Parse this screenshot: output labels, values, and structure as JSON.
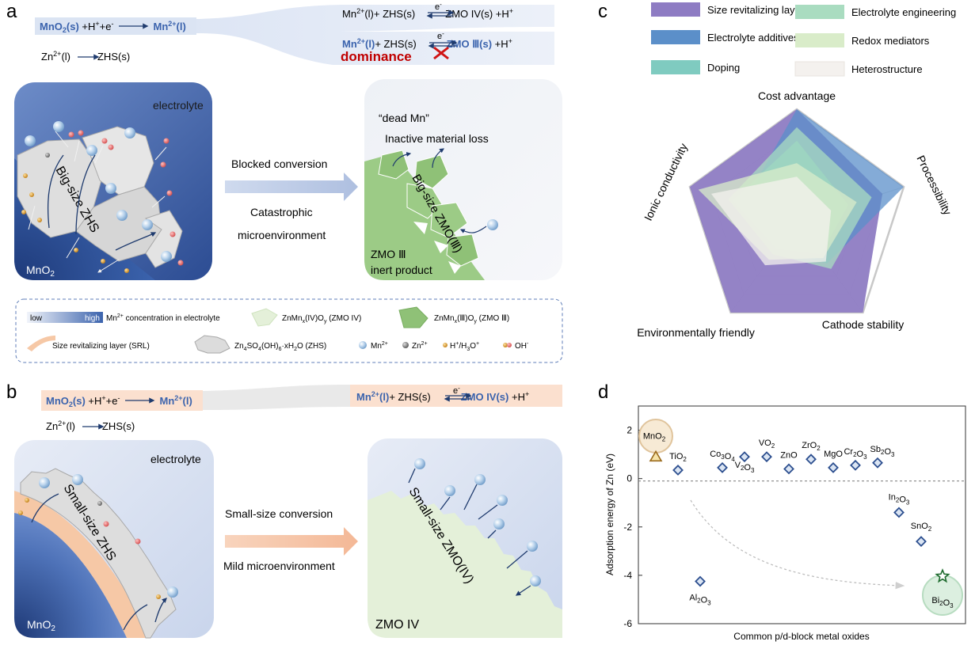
{
  "panel_labels": {
    "a": "a",
    "b": "b",
    "c": "c",
    "d": "d"
  },
  "colors": {
    "mno2_blue": "#3b63ad",
    "electrolyte_light": "#dfe6f3",
    "zmo3_green": "#9ccb86",
    "zmo4_green": "#e4f0d9",
    "srl_orange": "#f6c8a6",
    "dominance_red": "#c00000",
    "arrow_blue": "#c3cfe6",
    "arrow_orange": "#f6cbb0"
  },
  "panel_a": {
    "reaction_left_parts": [
      "MnO",
      "2",
      "(s)",
      " +H",
      "+",
      "+e",
      "-",
      "Mn",
      "2+",
      "(l)"
    ],
    "reaction_zhs": [
      "Zn",
      "2+",
      "(l)",
      "ZHS(s)"
    ],
    "reaction_right_top_parts": [
      "Mn",
      "2+",
      "(l)+ ZHS(s)",
      "ZMO IV(s) +H",
      "+",
      "e",
      "-"
    ],
    "reaction_right_bottom_parts": [
      "Mn",
      "2+",
      "(l)",
      "+ ZHS(s)",
      "ZMO",
      " Ⅲ(s)",
      " +H",
      "+",
      "e",
      "-"
    ],
    "dominance": "dominance",
    "electrolyte": "electrolyte",
    "big_zhs": "Big-size ZHS",
    "mno2": [
      "MnO",
      "2"
    ],
    "blocked": "Blocked conversion",
    "catastrophic_1": "Catastrophic",
    "catastrophic_2": "microenvironment",
    "dead_mn": "“dead Mn”",
    "inactive": "Inactive material loss",
    "big_zmo": "Big-size ZMO(Ⅲ)",
    "zmo3_1": "ZMO Ⅲ",
    "zmo3_2": "inert product"
  },
  "legend": {
    "low": "low",
    "high": "high",
    "concentration_parts": [
      "Mn",
      "2+",
      " concentration in electrolyte"
    ],
    "zmo4_parts": [
      "ZnMn",
      "x",
      "(IV)O",
      "y",
      " (ZMO IV)"
    ],
    "zmo3_parts": [
      "ZnMn",
      "x",
      "(Ⅲ)O",
      "y",
      " (ZMO Ⅲ)"
    ],
    "srl": "Size revitalizing layer (SRL)",
    "zhs_parts": [
      "Zn",
      "4",
      "SO",
      "4",
      "(OH)",
      "6",
      "·xH",
      "2",
      "O (ZHS)"
    ],
    "mn_parts": [
      "Mn",
      "2+"
    ],
    "zn_parts": [
      "Zn",
      "2+"
    ],
    "h_parts": [
      "H",
      "+",
      "/H",
      "3",
      "O",
      "+"
    ],
    "oh_parts": [
      "OH",
      "-"
    ]
  },
  "panel_b": {
    "reaction_left_parts": [
      "MnO",
      "2",
      "(s)",
      " +H",
      "+",
      "+e",
      "-",
      "Mn",
      "2+",
      "(l)"
    ],
    "reaction_zhs": [
      "Zn",
      "2+",
      "(l)",
      "ZHS(s)"
    ],
    "reaction_right_parts": [
      "Mn",
      "2+",
      "(l)",
      "+ ZHS(s)",
      "ZMO IV(s)",
      " +H",
      "+",
      "e",
      "-"
    ],
    "electrolyte": "electrolyte",
    "small_zhs": "Small-size ZHS",
    "mno2": [
      "MnO",
      "2"
    ],
    "small_conv": "Small-size  conversion",
    "mild": "Mild microenvironment",
    "small_zmo": "Small-size ZMO(IV)",
    "zmo4": "ZMO IV"
  },
  "panel_c": {
    "chart_data": {
      "type": "radar",
      "axes": [
        "Cost advantage",
        "Processibility",
        "Cathode stability",
        "Environmentally friendly",
        "Ionic conductivity"
      ],
      "scale_max": 5,
      "series": [
        {
          "name": "Size revitalizing layer",
          "color": "#8e7cc3",
          "values": [
            5,
            4,
            5,
            5,
            5
          ]
        },
        {
          "name": "Electrolyte additives",
          "color": "#5b8fc9",
          "values": [
            5,
            5,
            2.3,
            1.5,
            2.5
          ]
        },
        {
          "name": "Doping",
          "color": "#7fcbc0",
          "values": [
            3.6,
            2.4,
            1.8,
            1.5,
            3.0
          ]
        },
        {
          "name": "Electrolyte engineering",
          "color": "#a9dcc0",
          "values": [
            4.2,
            3.5,
            2.6,
            1.8,
            3.2
          ]
        },
        {
          "name": "Redox mediators",
          "color": "#d9ecc9",
          "values": [
            2.6,
            2.8,
            2.0,
            2.1,
            4.6
          ]
        },
        {
          "name": "Heterostructure",
          "color": "#f4f1ee",
          "values": [
            2.0,
            1.6,
            2.2,
            2.4,
            4.0
          ]
        }
      ]
    }
  },
  "panel_d": {
    "chart_data": {
      "type": "scatter",
      "xlabel": "Common p/d-block metal oxides",
      "ylabel": "Adsorption energy of Zn (eV)",
      "ylim": [
        -6,
        3
      ],
      "yticks": [
        2,
        0,
        -2,
        -4,
        -6
      ],
      "reference_line": -0.1,
      "points": [
        {
          "label": "MnO2",
          "sub": [
            [
              "MnO",
              "2"
            ]
          ],
          "y": 1.45,
          "marker": "triangle"
        },
        {
          "label": "TiO2",
          "sub": [
            [
              "TiO",
              "2"
            ]
          ],
          "y": 0.35,
          "marker": "diamond"
        },
        {
          "label": "Co3O4",
          "sub": [
            [
              "Co",
              "3"
            ],
            [
              "O",
              "4"
            ]
          ],
          "y": 0.45,
          "marker": "diamond"
        },
        {
          "label": "V2O3",
          "sub": [
            [
              "V",
              "2"
            ],
            [
              "O",
              "3"
            ]
          ],
          "y": 0.9,
          "marker": "diamond"
        },
        {
          "label": "VO2",
          "sub": [
            [
              "VO",
              "2"
            ]
          ],
          "y": 0.9,
          "marker": "diamond"
        },
        {
          "label": "ZnO",
          "sub": [
            [
              "ZnO",
              ""
            ]
          ],
          "y": 0.4,
          "marker": "diamond"
        },
        {
          "label": "ZrO2",
          "sub": [
            [
              "ZrO",
              "2"
            ]
          ],
          "y": 0.8,
          "marker": "diamond"
        },
        {
          "label": "MgO",
          "sub": [
            [
              "MgO",
              ""
            ]
          ],
          "y": 0.45,
          "marker": "diamond"
        },
        {
          "label": "Cr2O3",
          "sub": [
            [
              "Cr",
              "2"
            ],
            [
              "O",
              "3"
            ]
          ],
          "y": 0.55,
          "marker": "diamond"
        },
        {
          "label": "Sb2O3",
          "sub": [
            [
              "Sb",
              "2"
            ],
            [
              "O",
              "3"
            ]
          ],
          "y": 0.65,
          "marker": "diamond"
        },
        {
          "label": "Al2O3",
          "sub": [
            [
              "Al",
              "2"
            ],
            [
              "O",
              "3"
            ]
          ],
          "y": -4.25,
          "marker": "diamond"
        },
        {
          "label": "In2O3",
          "sub": [
            [
              "In",
              "2"
            ],
            [
              "O",
              "3"
            ]
          ],
          "y": -1.4,
          "marker": "diamond"
        },
        {
          "label": "SnO2",
          "sub": [
            [
              "SnO",
              "2"
            ]
          ],
          "y": -2.6,
          "marker": "diamond"
        },
        {
          "label": "Bi2O3",
          "sub": [
            [
              "Bi",
              "2"
            ],
            [
              "O",
              "3"
            ]
          ],
          "y": -4.5,
          "marker": "star"
        }
      ]
    }
  }
}
